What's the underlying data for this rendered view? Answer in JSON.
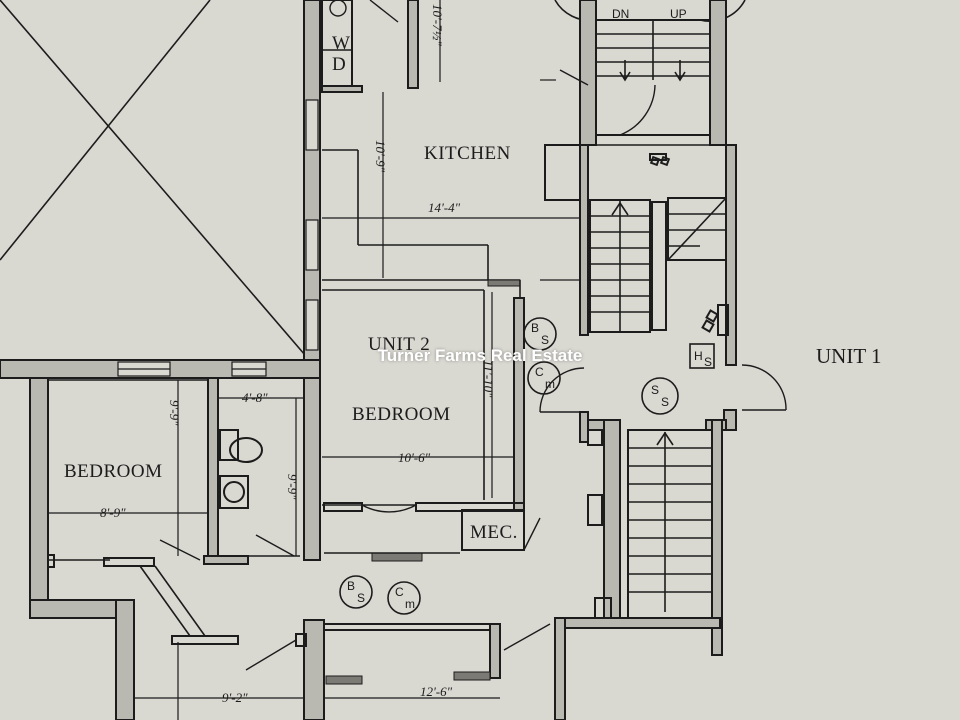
{
  "rooms": {
    "kitchen": "KITCHEN",
    "unit2": "UNIT 2",
    "bedroom_center": "BEDROOM",
    "bedroom_left": "BEDROOM",
    "unit1": "UNIT 1",
    "mec": "MEC."
  },
  "laundry": {
    "w": "W",
    "d": "D"
  },
  "stairs": {
    "down": "DN",
    "up": "UP"
  },
  "dimensions": {
    "kitchen_width": "14'-4\"",
    "kitchen_depth": "10'-9\"",
    "laundry_depth": "10'-7½\"",
    "bedroom_center_width": "10'-6\"",
    "bedroom_center_depth": "11'-10\"",
    "bath_width": "4'-8\"",
    "bath_depth": "9'-9\"",
    "bedroom_left_width": "8'-9\"",
    "bedroom_left_depth": "9'-9\"",
    "bottom_left": "9'-2\"",
    "bottom_right": "12'-6\""
  },
  "symbols": {
    "bs": [
      "B",
      "S"
    ],
    "cm": [
      "C",
      "m"
    ],
    "ss": [
      "S",
      "S"
    ],
    "hs": [
      "H",
      "S"
    ]
  },
  "watermark": "Turner Farms Real Estate"
}
